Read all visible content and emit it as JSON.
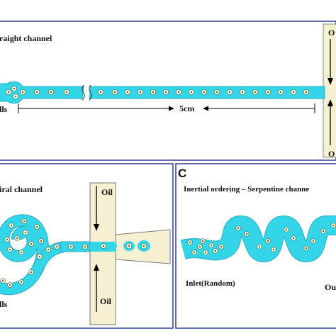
{
  "panel_a": {
    "title": "raight channel",
    "label_cells": "lls",
    "label_length": "5cm",
    "label_oil_top": "O",
    "label_oil_bottom": "O"
  },
  "panel_b": {
    "title": "iral channel",
    "label_oil_top": "Oil",
    "label_oil_bottom": "Oil",
    "label_cells": "lls"
  },
  "panel_c": {
    "letter": "C",
    "title": "Inertial ordering – Serpentine channe",
    "label_inlet": "Inlet(Random)",
    "label_outlet": "Ou"
  },
  "colors": {
    "frame": "#2b3e8f",
    "channel": "#33d6e8",
    "channel_edge": "#2aa9c4",
    "oil": "#f6f0d3",
    "cell_fill": "#ffffcc"
  }
}
